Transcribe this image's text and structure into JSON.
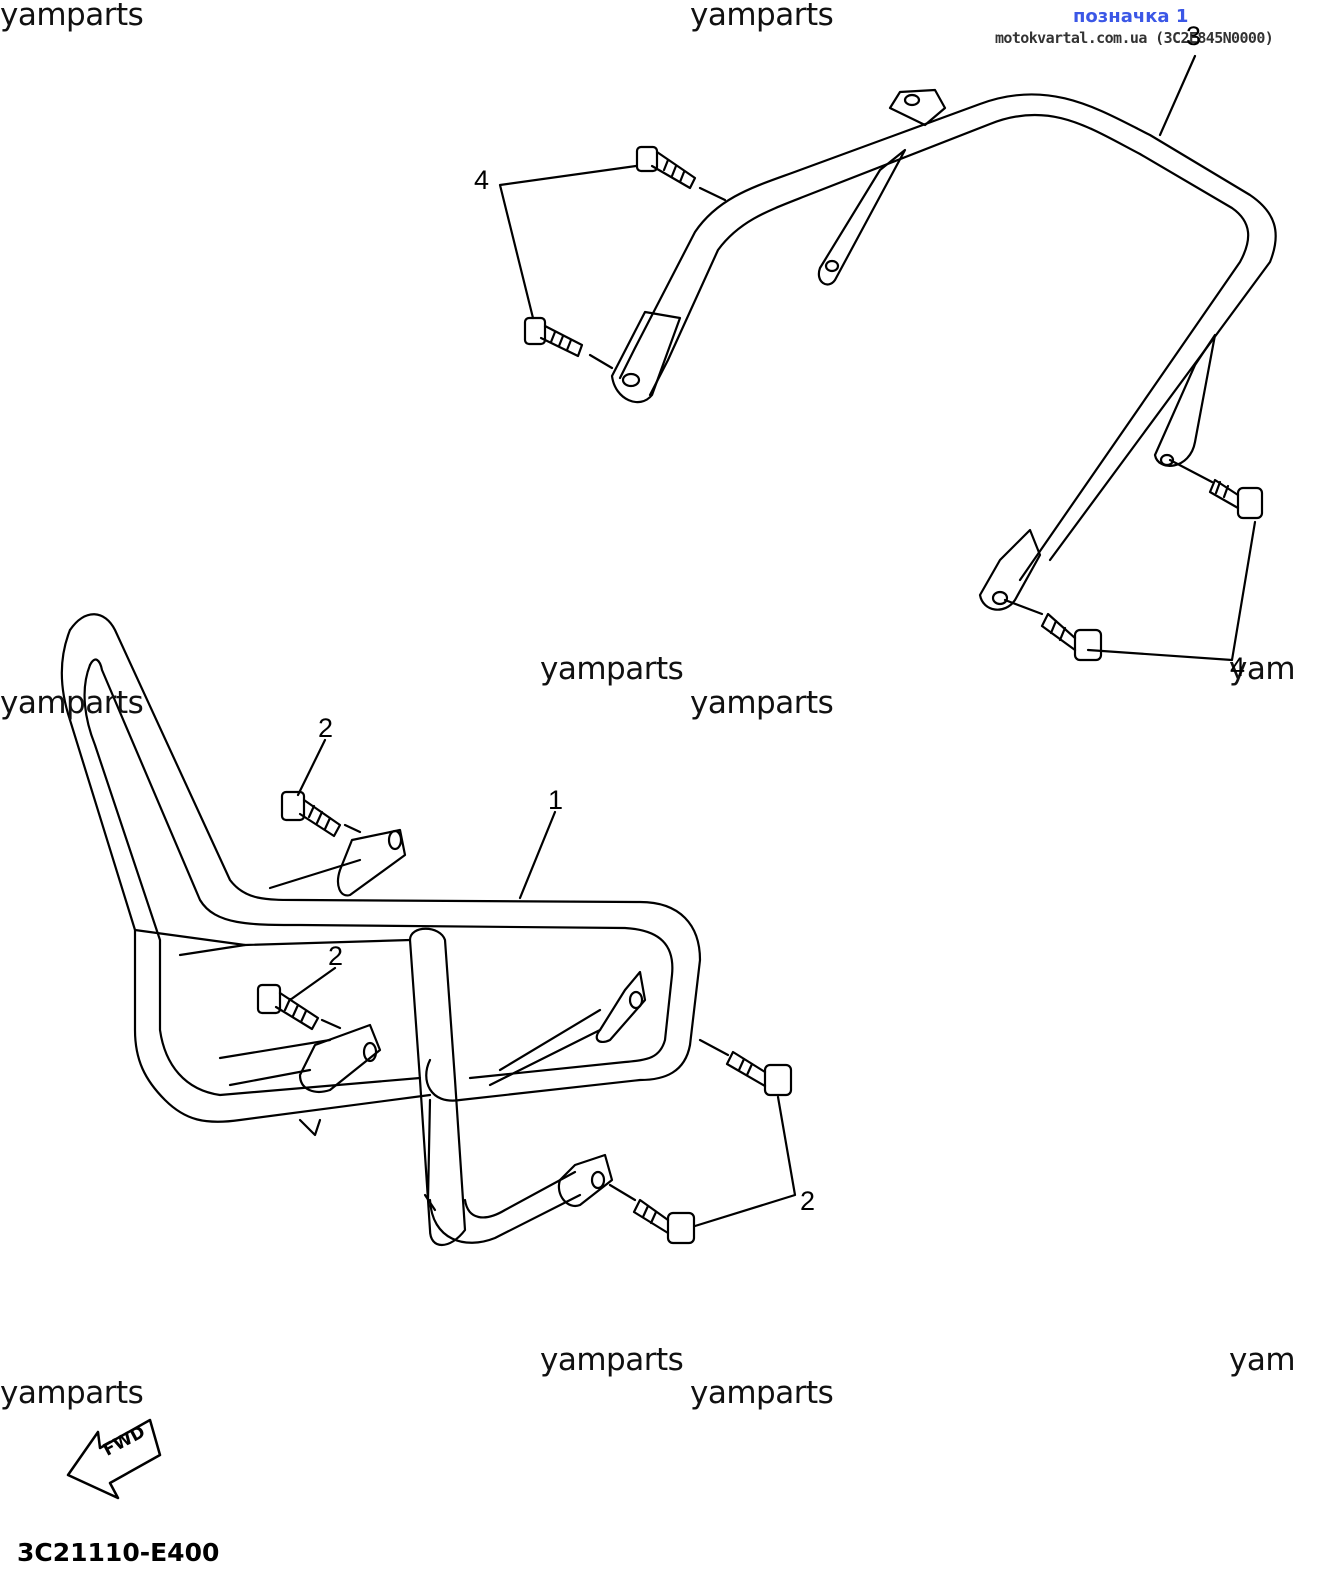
{
  "watermark": "yamparts",
  "watermark_partial": "yam",
  "highlight_label": "позначка 1",
  "source_line": "motokvartal.com.ua (3C2E845N0000)",
  "callouts": [
    "1",
    "2",
    "2",
    "2",
    "3",
    "4",
    "4"
  ],
  "fwd_label": "FWD",
  "diagram_code": "3C21110-E400"
}
